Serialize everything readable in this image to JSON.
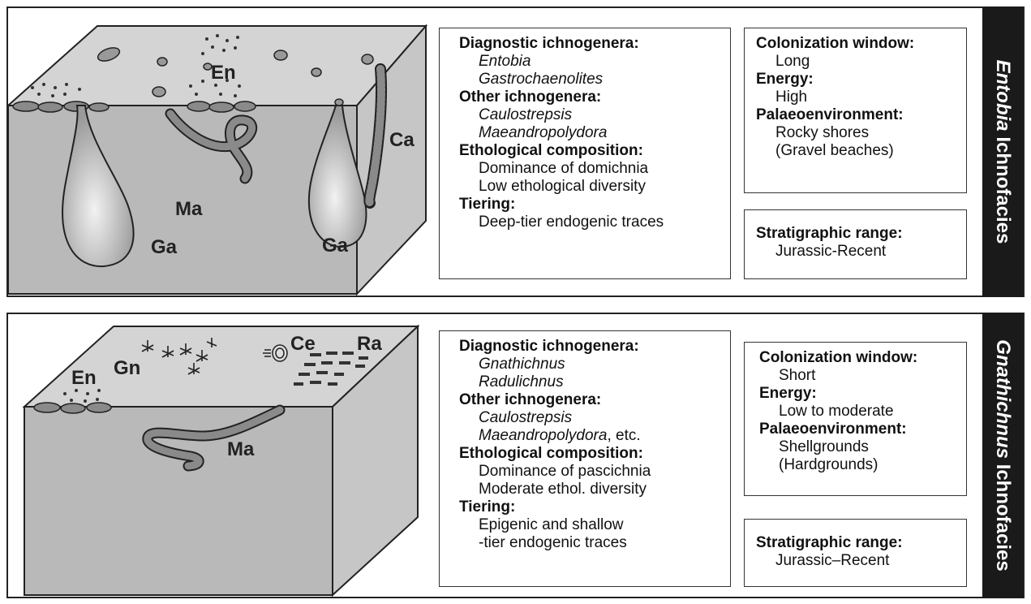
{
  "panels": [
    {
      "facies_name": "Entobia",
      "facies_suffix": "Ichnofacies",
      "block_labels": {
        "en": "En",
        "ma": "Ma",
        "ca": "Ca",
        "ga_left": "Ga",
        "ga_right": "Ga"
      },
      "box1": {
        "diagnostic_heading": "Diagnostic ichnogenera:",
        "diagnostic": [
          "Entobia",
          "Gastrochaenolites"
        ],
        "other_heading": "Other ichnogenera:",
        "other": [
          "Caulostrepsis",
          "Maeandropolydora"
        ],
        "other_suffix": "",
        "ethological_heading": "Ethological composition:",
        "ethological": [
          "Dominance of domichnia",
          "Low ethological diversity"
        ],
        "tiering_heading": "Tiering:",
        "tiering": [
          "Deep-tier endogenic traces"
        ]
      },
      "box2": {
        "colonization_heading": "Colonization window:",
        "colonization": "Long",
        "energy_heading": "Energy:",
        "energy": "High",
        "palaeo_heading": "Palaeoenvironment:",
        "palaeo": [
          "Rocky shores",
          "(Gravel beaches)"
        ]
      },
      "box3": {
        "heading": "Stratigraphic range:",
        "value": "Jurassic-Recent"
      }
    },
    {
      "facies_name": "Gnathichnus",
      "facies_suffix": "Ichnofacies",
      "block_labels": {
        "en": "En",
        "gn": "Gn",
        "ce": "Ce",
        "ra": "Ra",
        "ma": "Ma"
      },
      "box1": {
        "diagnostic_heading": "Diagnostic ichnogenera:",
        "diagnostic": [
          "Gnathichnus",
          "Radulichnus"
        ],
        "other_heading": "Other ichnogenera:",
        "other": [
          "Caulostrepsis",
          "Maeandropolydora"
        ],
        "other_suffix": ", etc.",
        "ethological_heading": "Ethological composition:",
        "ethological": [
          "Dominance of pascichnia",
          "Moderate ethol. diversity"
        ],
        "tiering_heading": "Tiering:",
        "tiering": [
          "Epigenic and shallow",
          "-tier endogenic traces"
        ]
      },
      "box2": {
        "colonization_heading": "Colonization window:",
        "colonization": "Short",
        "energy_heading": "Energy:",
        "energy": "Low to moderate",
        "palaeo_heading": "Palaeoenvironment:",
        "palaeo": [
          "Shellgrounds",
          "(Hardgrounds)"
        ]
      },
      "box3": {
        "heading": "Stratigraphic range:",
        "value": "Jurassic–Recent"
      }
    }
  ],
  "colors": {
    "block_top": "#d4d4d4",
    "block_front": "#b9b9b9",
    "block_side": "#c6c6c6",
    "trace": "#8a8a8a",
    "banner": "#1a1a1a"
  }
}
